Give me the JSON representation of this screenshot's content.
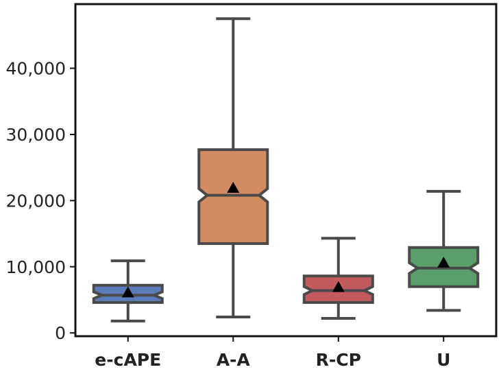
{
  "chart_data": {
    "type": "boxplot",
    "title": "",
    "xlabel": "",
    "ylabel": "",
    "categories": [
      "e-cAPE",
      "A-A",
      "R-CP",
      "U"
    ],
    "yticks": [
      {
        "value": 0,
        "label": "0"
      },
      {
        "value": 10000,
        "label": "10,000"
      },
      {
        "value": 20000,
        "label": "20,000"
      },
      {
        "value": 30000,
        "label": "30,000"
      },
      {
        "value": 40000,
        "label": "40,000"
      }
    ],
    "ylim": [
      -500,
      49700
    ],
    "notched": true,
    "show_means": true,
    "grid": false,
    "series": [
      {
        "category": "e-cAPE",
        "color": "#5a7cb8",
        "whisker_low": 1800,
        "q1": 4600,
        "median": 5700,
        "q3": 7200,
        "whisker_high": 10900,
        "notch_low": 5200,
        "notch_high": 6200,
        "mean": 6100
      },
      {
        "category": "A-A",
        "color": "#d38b62",
        "whisker_low": 2400,
        "q1": 13500,
        "median": 20800,
        "q3": 27700,
        "whisker_high": 47500,
        "notch_low": 19800,
        "notch_high": 21800,
        "mean": 21900
      },
      {
        "category": "R-CP",
        "color": "#c35a5e",
        "whisker_low": 2200,
        "q1": 4600,
        "median": 6400,
        "q3": 8600,
        "whisker_high": 14300,
        "notch_low": 5800,
        "notch_high": 7000,
        "mean": 6900
      },
      {
        "category": "U",
        "color": "#5a9f6b",
        "whisker_low": 3400,
        "q1": 7000,
        "median": 9800,
        "q3": 12900,
        "whisker_high": 21400,
        "notch_low": 9000,
        "notch_high": 10600,
        "mean": 10600
      }
    ]
  }
}
